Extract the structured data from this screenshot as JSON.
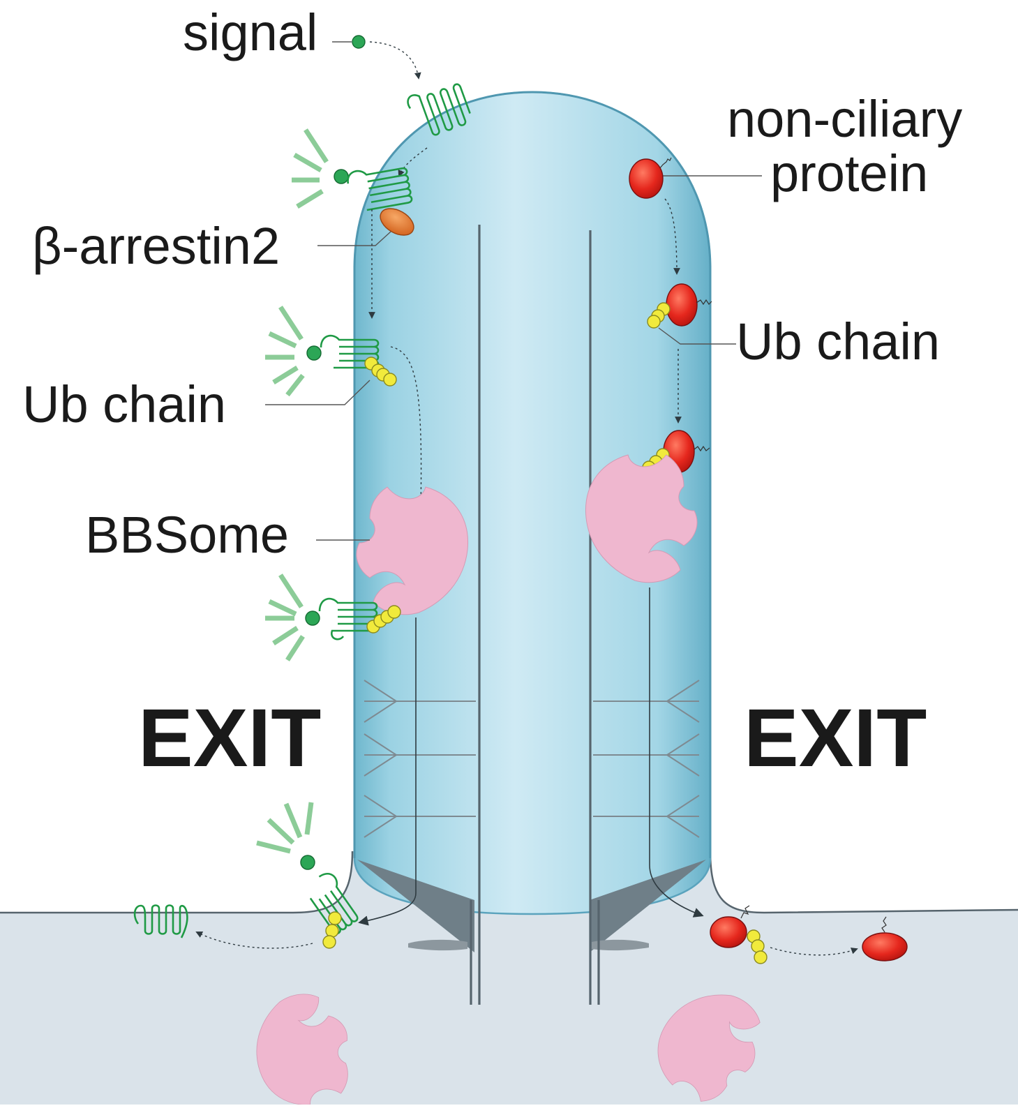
{
  "labels": {
    "signal": "signal",
    "non_ciliary_protein_line1": "non-ciliary",
    "non_ciliary_protein_line2": "protein",
    "beta_arrestin2": "β-arrestin2",
    "ub_chain_left": "Ub chain",
    "ub_chain_right": "Ub chain",
    "bbsome": "BBSome",
    "exit_left": "EXIT",
    "exit_right": "EXIT"
  },
  "colors": {
    "cilium_fill": "#bfe6f2",
    "cilium_edge": "#62a9c2",
    "cytoplasm": "#dae3ea",
    "axoneme": "#56646d",
    "receptor": "#1f9a45",
    "signal_ligand": "#2ca656",
    "beta_arrestin2": "#e8782a",
    "ubiquitin": "#f1ea3c",
    "non_ciliary_protein": "#e12a20",
    "bbsome": "#efb7cf"
  }
}
